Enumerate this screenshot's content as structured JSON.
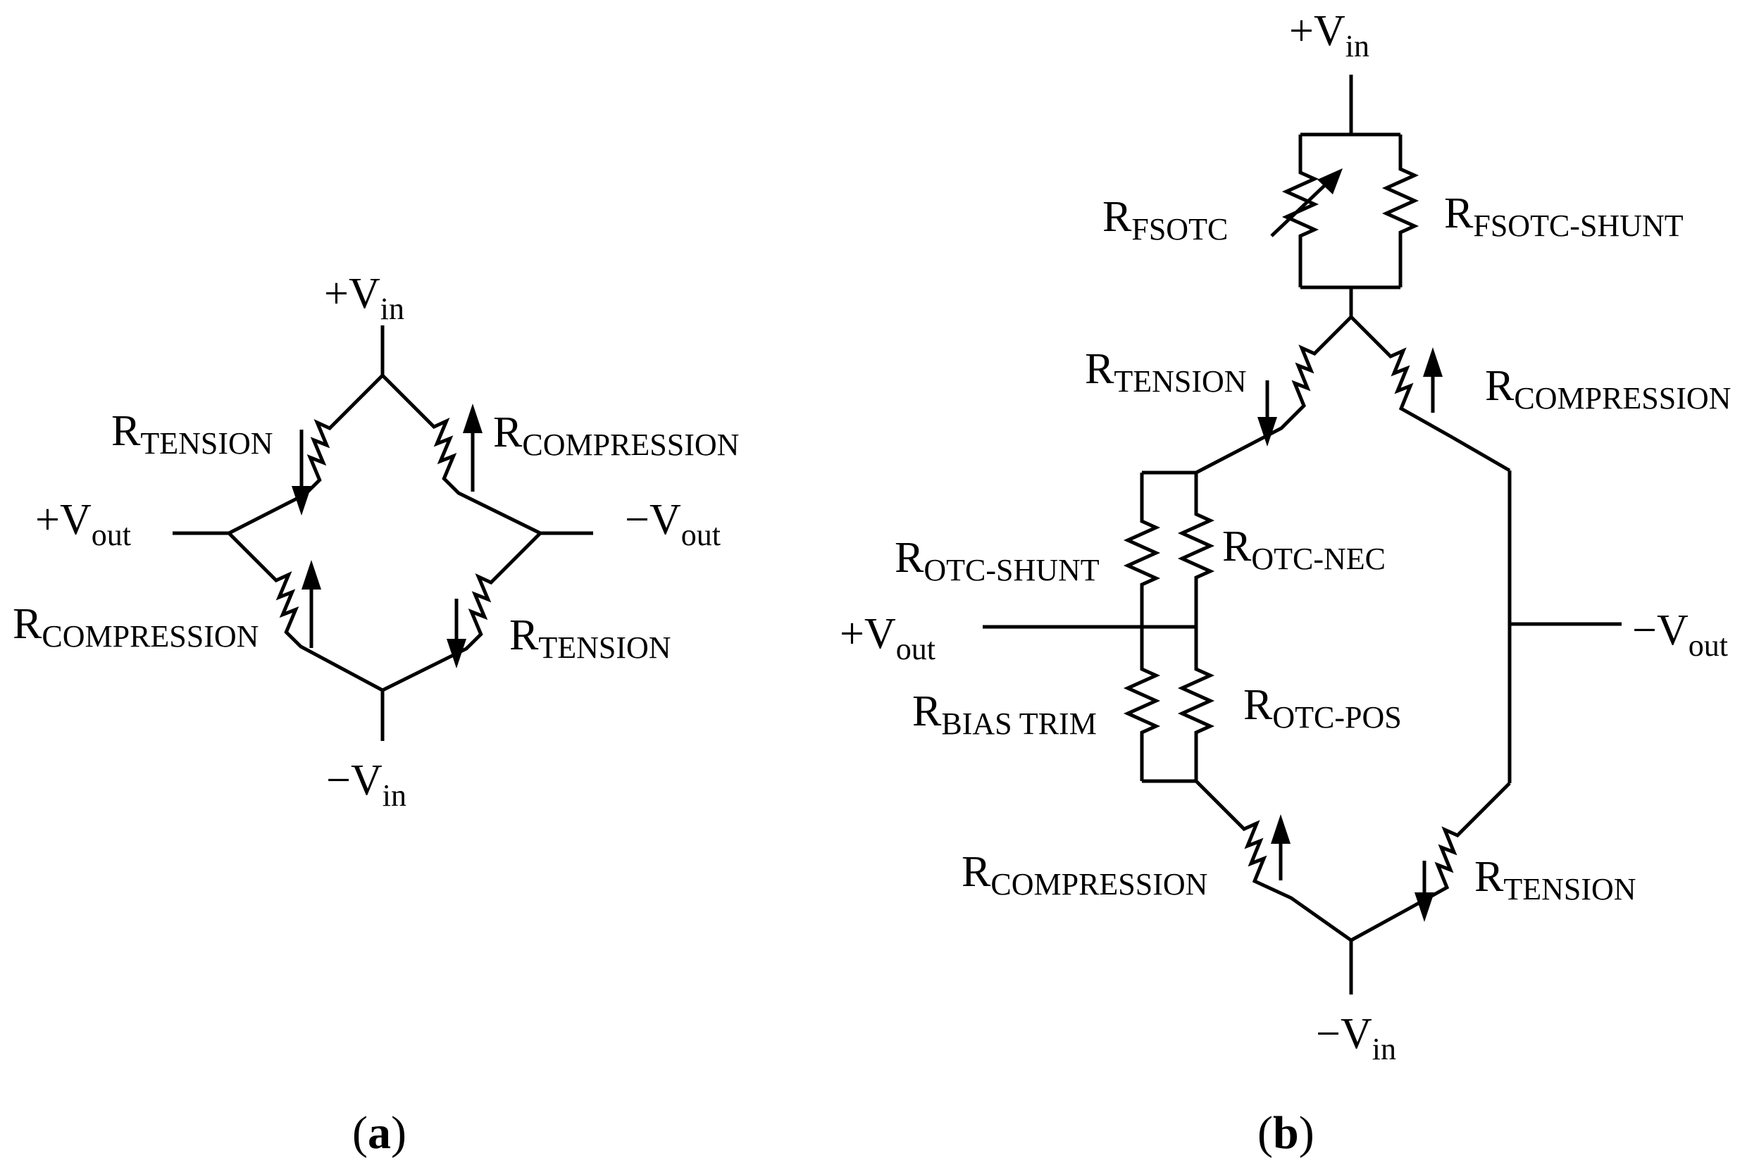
{
  "figure_a": {
    "labels": {
      "vin_pos": {
        "main": "+V",
        "sub": "in"
      },
      "vin_neg": {
        "main": "−V",
        "sub": "in"
      },
      "vout_pos": {
        "main": "+V",
        "sub": "out"
      },
      "vout_neg": {
        "main": "−V",
        "sub": "out"
      },
      "r_tension_top": {
        "main": "R",
        "sub": "TENSION"
      },
      "r_compression_top": {
        "main": "R",
        "sub": "COMPRESSION"
      },
      "r_compression_bottom": {
        "main": "R",
        "sub": "COMPRESSION"
      },
      "r_tension_bottom": {
        "main": "R",
        "sub": "TENSION"
      }
    },
    "caption": {
      "open": "(",
      "letter": "a",
      "close": ")"
    }
  },
  "figure_b": {
    "labels": {
      "vin_pos": {
        "main": "+V",
        "sub": "in"
      },
      "vin_neg": {
        "main": "−V",
        "sub": "in"
      },
      "vout_pos": {
        "main": "+V",
        "sub": "out"
      },
      "vout_neg": {
        "main": "−V",
        "sub": "out"
      },
      "r_fsotc": {
        "main": "R",
        "sub": "FSOTC"
      },
      "r_fsotc_shunt": {
        "main": "R",
        "sub": "FSOTC-SHUNT"
      },
      "r_tension_top": {
        "main": "R",
        "sub": "TENSION"
      },
      "r_compression_top": {
        "main": "R",
        "sub": "COMPRESSION"
      },
      "r_otc_shunt": {
        "main": "R",
        "sub": "OTC-SHUNT"
      },
      "r_otc_nec": {
        "main": "R",
        "sub": "OTC-NEC"
      },
      "r_bias_trim": {
        "main": "R",
        "sub": "BIAS TRIM"
      },
      "r_otc_pos": {
        "main": "R",
        "sub": "OTC-POS"
      },
      "r_compression_bottom": {
        "main": "R",
        "sub": "COMPRESSION"
      },
      "r_tension_bottom": {
        "main": "R",
        "sub": "TENSION"
      }
    },
    "caption": {
      "open": "(",
      "letter": "b",
      "close": ")"
    }
  }
}
